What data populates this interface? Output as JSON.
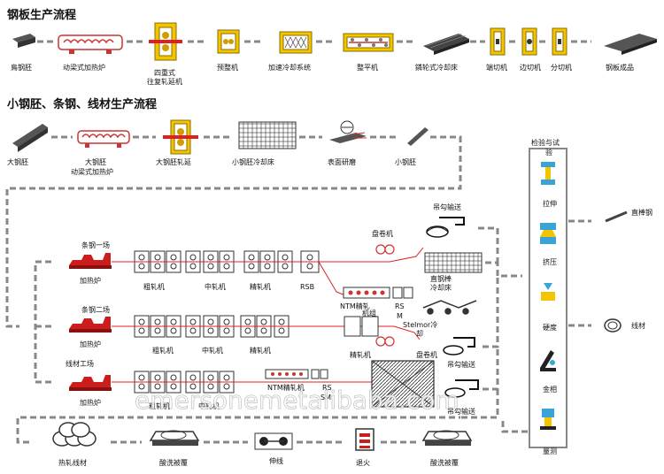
{
  "titles": {
    "plate": "钢板生产流程",
    "billet": "小钢胚、条钢、线材生产流程"
  },
  "plate_line": {
    "slab": "鳥钢胚",
    "furnace": "动梁式加热炉",
    "mill_a": "四重式",
    "mill_b": "往复轧延机",
    "preleveler": "预整机",
    "cooling": "加速冷却系统",
    "leveler": "整平机",
    "coolbed": "鏻轮式冷却床",
    "end_cut": "端切机",
    "side_cut": "边切机",
    "divide_cut": "分切机",
    "product": "钢板成品"
  },
  "billet_line": {
    "bloom": "大钢胚",
    "furnace_a": "大钢胚",
    "furnace_b": "动梁式加热炉",
    "rolling": "大钢胚轧延",
    "coolbed": "小钢胚冷却床",
    "grinding": "表面研磨",
    "billet": "小钢胚"
  },
  "mills": {
    "bar1": "条钢一场",
    "bar2": "条钢二场",
    "wire": "线材工场",
    "furnace": "加热炉",
    "rough": "粗轧机",
    "inter": "中轧机",
    "finish": "精轧机",
    "rsb": "RSB",
    "ntm": "NTM精轧",
    "ntm2": "机组",
    "rsm_a": "RS",
    "rsm_b": "M",
    "rsm_c": "SM",
    "ntm3": "NTM精轧机",
    "stelmor": "Stelmor冷",
    "stelmor2": "却",
    "coiler": "盘卷机",
    "hook1": "吊勾输送",
    "hook2": "吊勾输送",
    "hook3": "吊勾输送",
    "coiler2": "盘卷机",
    "straight": "直钢棒",
    "straight2": "冷却床"
  },
  "inspection": {
    "title": "检验与试",
    "title2": "验",
    "tensile": "拉伸",
    "compress": "挤压",
    "hardness": "硬度",
    "metallo": "金相",
    "measure": "量测",
    "straight_bar": "直棒钢",
    "wire_rod": "线材"
  },
  "bottom": {
    "hot_wire": "热轧线材",
    "pickle1": "酸洗被覆",
    "drawing": "伸线",
    "anneal": "退火",
    "pickle2": "酸洗被覆"
  },
  "watermark": "emersonemetalibaba.com",
  "colors": {
    "furnace": "#cc1d1d",
    "hot": "#e02020",
    "yellow": "#f2c500",
    "blue": "#3aa3d8",
    "line": "#8a8a8a"
  }
}
